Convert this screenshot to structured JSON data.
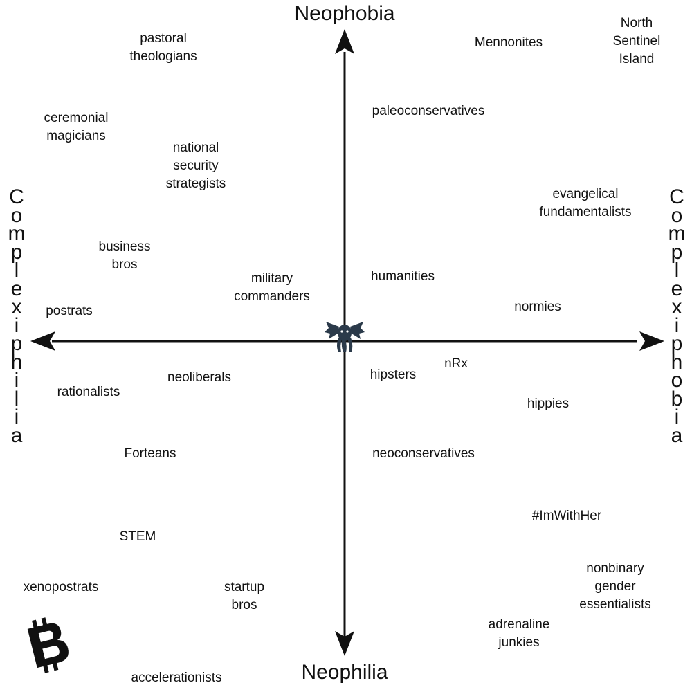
{
  "axes": {
    "top": "Neophobia",
    "bottom": "Neophilia",
    "left": "Complexiphilia",
    "right": "Complexiphobia"
  },
  "colors": {
    "ink": "#111111",
    "emblem": "#2b3a4a"
  },
  "center_icon": "tentacled-creature-icon",
  "corner_icon": "bitcoin-icon",
  "labels": {
    "pastoral_theologians": "pastoral\ntheologians",
    "mennonites": "Mennonites",
    "north_sentinel": "North\nSentinel\nIsland",
    "paleoconservatives": "paleoconservatives",
    "ceremonial_magicians": "ceremonial\nmagicians",
    "national_security": "national\nsecurity\nstrategists",
    "evangelical": "evangelical\nfundamentalists",
    "business_bros": "business\nbros",
    "military_commanders": "military\ncommanders",
    "humanities": "humanities",
    "normies": "normies",
    "postrats": "postrats",
    "neoliberals": "neoliberals",
    "rationalists": "rationalists",
    "hipsters": "hipsters",
    "nrx": "nRx",
    "hippies": "hippies",
    "forteans": "Forteans",
    "neoconservatives": "neoconservatives",
    "imwithher": "#ImWithHer",
    "stem": "STEM",
    "xenopostrats": "xenopostrats",
    "startup_bros": "startup\nbros",
    "nonbinary": "nonbinary\ngender\nessentialists",
    "adrenaline": "adrenaline\njunkies",
    "accelerationists": "accelerationists"
  }
}
